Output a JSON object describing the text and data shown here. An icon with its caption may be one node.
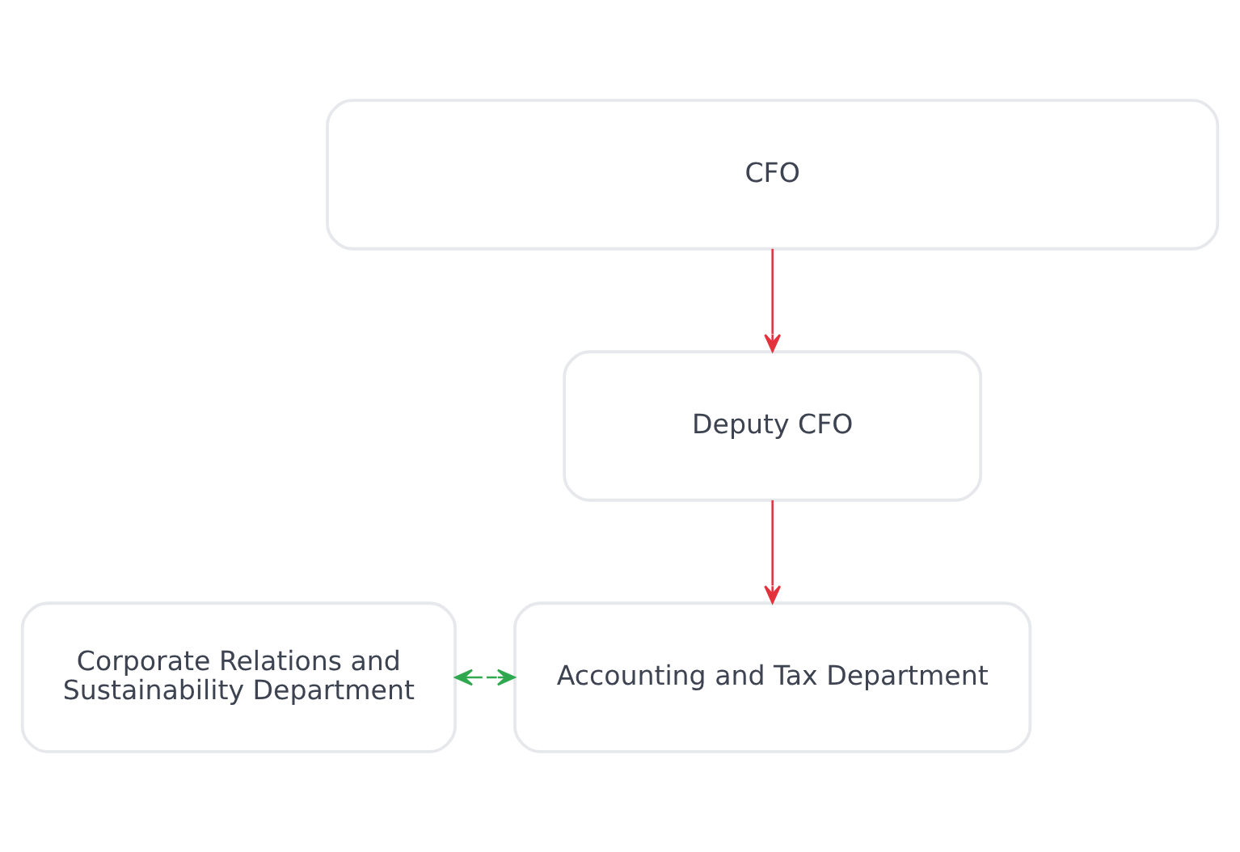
{
  "diagram": {
    "nodes": [
      {
        "text": [
          "CFO"
        ]
      },
      {
        "text": [
          "Deputy CFO"
        ]
      },
      {
        "text": [
          "Corporate Relations and Sustainability Department"
        ]
      },
      {
        "text": [
          "Accounting and Tax Department"
        ]
      }
    ],
    "edges": [
      {
        "from": 0,
        "to": 1,
        "arrow": "to"
      },
      {
        "from": 1,
        "to": 3,
        "arrow": "to"
      },
      {
        "from": 2,
        "to": 3,
        "arrow": "both",
        "style": "dashed",
        "color": "#2fa84f"
      }
    ]
  }
}
